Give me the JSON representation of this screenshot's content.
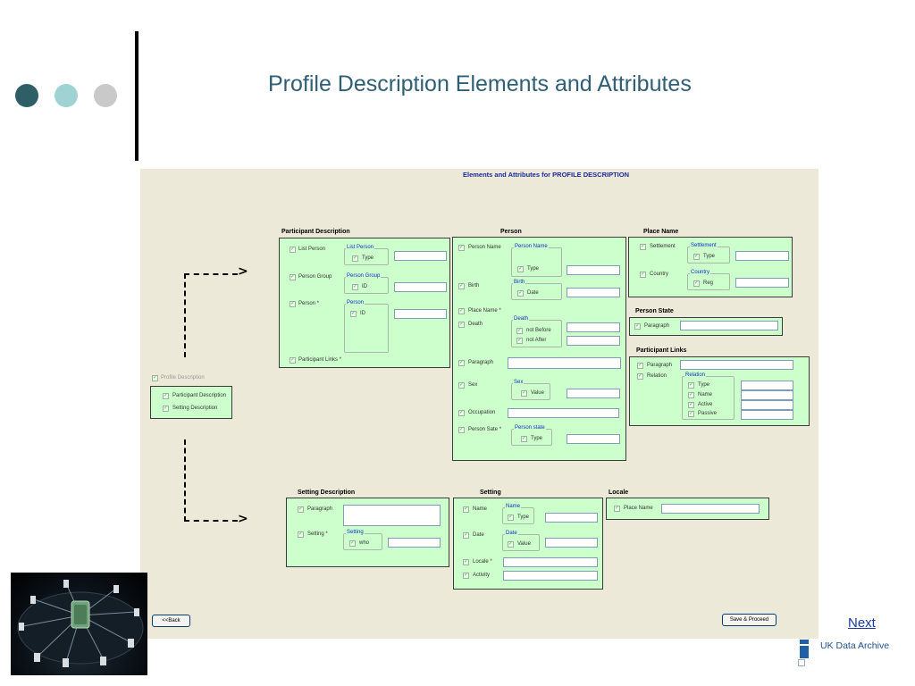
{
  "slide": {
    "title": "Profile Description Elements and Attributes",
    "next_label": "Next",
    "logo_text": "UK Data Archive",
    "dot_colors": [
      "#2e5f66",
      "#9fd2d2",
      "#c9c9c9"
    ],
    "accent_color": "#2f5f75"
  },
  "form": {
    "title": "Elements and Attributes for PROFILE DESCRIPTION",
    "back_label": "<<Back",
    "save_label": "Save & Proceed",
    "profile": {
      "label": "Profile Description",
      "items": [
        "Participant Description",
        "Setting Description"
      ]
    },
    "participant_description": {
      "title": "Participant Description",
      "list_person": "List Person",
      "list_person_group": "List Person",
      "list_person_type": "Type",
      "person_group": "Person Group",
      "person_group_group": "Person Group",
      "person_group_id": "ID",
      "person": "Person *",
      "person_group_label": "Person",
      "person_id": "ID",
      "participant_links": "Participant Links *"
    },
    "person": {
      "title": "Person",
      "person_name": "Person Name",
      "person_name_group": "Person Name",
      "person_name_type": "Type",
      "birth": "Birth",
      "birth_group": "Birth",
      "birth_date": "Date",
      "place_name": "Place Name *",
      "death": "Death",
      "death_group": "Death",
      "death_not_before": "not Before",
      "death_not_after": "not After",
      "paragraph": "Paragraph",
      "sex": "Sex",
      "sex_group": "Sex",
      "sex_value": "Value",
      "occupation": "Occupation",
      "person_state": "Person Sate *",
      "person_state_group": "Person state",
      "person_state_type": "Type"
    },
    "place_name": {
      "title": "Place Name",
      "settlement": "Settlement",
      "settlement_group": "Settlement",
      "settlement_type": "Type",
      "country": "Country",
      "country_group": "Country",
      "country_reg": "Reg"
    },
    "person_state": {
      "title": "Person State",
      "paragraph": "Paragraph"
    },
    "participant_links": {
      "title": "Participant Links",
      "paragraph": "Paragraph",
      "relation": "Relation",
      "relation_group": "Relation",
      "type": "Type",
      "name": "Name",
      "active": "Active",
      "passive": "Passive"
    },
    "setting_description": {
      "title": "Setting Description",
      "paragraph": "Paragraph",
      "setting": "Setting *",
      "setting_group": "Setting",
      "who": "who"
    },
    "setting": {
      "title": "Setting",
      "name": "Name",
      "name_group": "Name",
      "name_type": "Type",
      "date": "Date",
      "date_group": "Date",
      "date_value": "Value",
      "locale": "Locale *",
      "activity": "Activity"
    },
    "locale": {
      "title": "Locale",
      "place_name": "Place Name"
    }
  }
}
